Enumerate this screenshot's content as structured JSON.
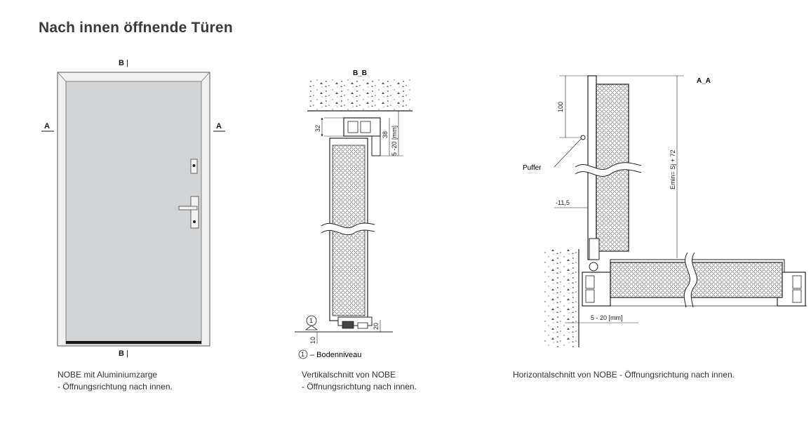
{
  "title": "Nach innen öffnende Türen",
  "door_view": {
    "label_b_top": "B",
    "label_b_bottom": "B",
    "label_a_left": "A",
    "label_a_right": "A",
    "caption_line1": "NOBE mit Aluminiumzarge",
    "caption_line2": "- Öffnungsrichtung nach innen."
  },
  "vertical_section": {
    "section_label": "B_B",
    "dim_32": "32",
    "dim_38": "38",
    "dim_5_20": "5 -20 [mm]",
    "dim_20": "20",
    "dim_10": "10",
    "marker": "1",
    "legend": "– Bodenniveau",
    "caption_line1": "Vertikalschnitt von NOBE",
    "caption_line2": "- Öffnungsrichtung nach innen."
  },
  "horizontal_section": {
    "section_label": "A_A",
    "dim_100": "100",
    "puffer": "Puffer",
    "dim_11_5": "-11,5",
    "dim_emin": "Emin= Sj + 72",
    "dim_5_20": "5 - 20 [mm]",
    "caption": "Horizontalschnitt von NOBE - Öffnungsrichtung nach innen."
  },
  "colors": {
    "door_panel": "#d2d4d6",
    "frame": "#eeeeee",
    "threshold": "#1a1a1a"
  }
}
